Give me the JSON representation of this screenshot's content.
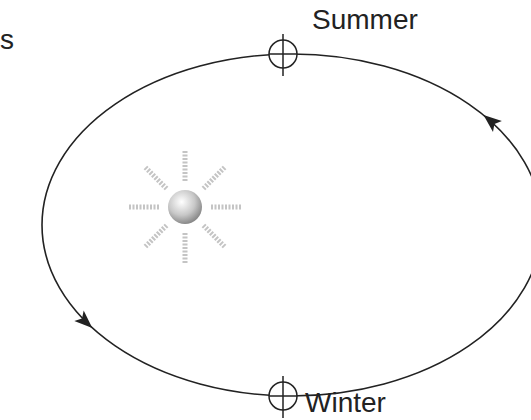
{
  "diagram": {
    "labels": [
      "s",
      "Summer",
      "Winter"
    ]
  }
}
